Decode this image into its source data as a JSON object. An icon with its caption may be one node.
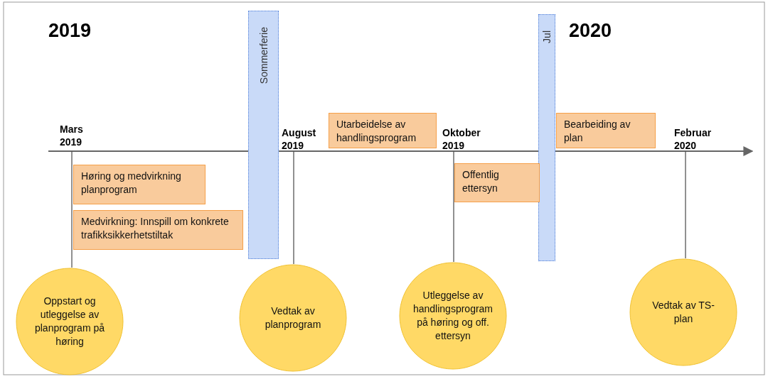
{
  "diagram": {
    "nodes": [
      {
        "text": [
          "Sommerferie"
        ]
      },
      {
        "text": [
          "Jul"
        ]
      },
      {
        "text": [
          "Mars 2019"
        ]
      },
      {
        "text": [
          "Utarbeidelse av handlingsprogram"
        ]
      },
      {
        "text": [
          "August 2019"
        ]
      },
      {
        "text": [
          "Oktober 2019"
        ]
      },
      {
        "text": [
          "Bearbeiding av plan"
        ]
      },
      {
        "text": [
          "Februar 2020"
        ]
      },
      {
        "text": [
          "Høring og medvirkning planprogram"
        ]
      },
      {
        "text": [
          "Medvirkning: Innspill om konkrete trafikksikkerhetstiltak"
        ]
      },
      {
        "text": [
          "Offentlig ettersyn"
        ]
      },
      {
        "text": [
          "Oppstart og utleggelse av planprogram på høring"
        ]
      },
      {
        "text": [
          "Vedtak av planprogram"
        ]
      },
      {
        "text": [
          "Utleggelse av handlingsprogram på høring og off. ettersyn"
        ]
      },
      {
        "text": [
          "Vedtak av TS-plan"
        ]
      }
    ],
    "edges": [
      {
        "from": 2,
        "to": 11,
        "arrow": "none"
      },
      {
        "from": 4,
        "to": 12,
        "arrow": "none"
      },
      {
        "from": 5,
        "to": 13,
        "arrow": "none"
      },
      {
        "from": 7,
        "to": 14,
        "arrow": "none"
      }
    ],
    "labels": [
      "2019",
      "2020"
    ]
  }
}
